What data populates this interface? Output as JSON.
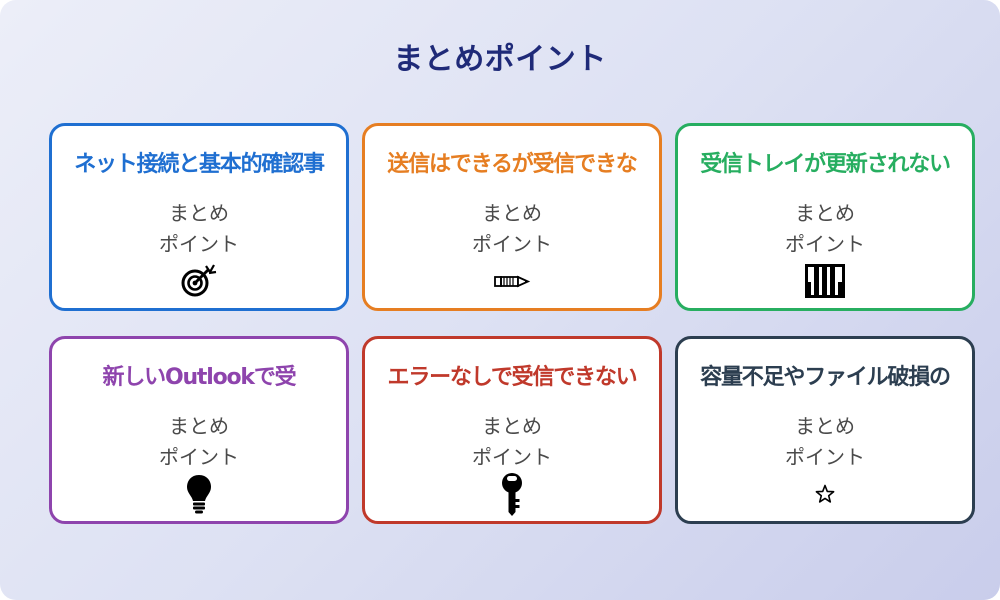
{
  "title": "まとめポイント",
  "cards": [
    {
      "heading": "ネット接続と基本的確認事",
      "line1": "まとめ",
      "line2": "ポイント",
      "icon": "target-icon",
      "color": "#1f6fd1"
    },
    {
      "heading": "送信はできるが受信できな",
      "line1": "まとめ",
      "line2": "ポイント",
      "icon": "pencil-icon",
      "color": "#e67e22"
    },
    {
      "heading": "受信トレイが更新されない",
      "line1": "まとめ",
      "line2": "ポイント",
      "icon": "piano-icon",
      "color": "#27ae60"
    },
    {
      "heading": "新しいOutlookで受",
      "line1": "まとめ",
      "line2": "ポイント",
      "icon": "lightbulb-icon",
      "color": "#8e44ad"
    },
    {
      "heading": "エラーなしで受信できない",
      "line1": "まとめ",
      "line2": "ポイント",
      "icon": "key-icon",
      "color": "#c0392b"
    },
    {
      "heading": "容量不足やファイル破損の",
      "line1": "まとめ",
      "line2": "ポイント",
      "icon": "star-icon",
      "color": "#2c3e50"
    }
  ]
}
